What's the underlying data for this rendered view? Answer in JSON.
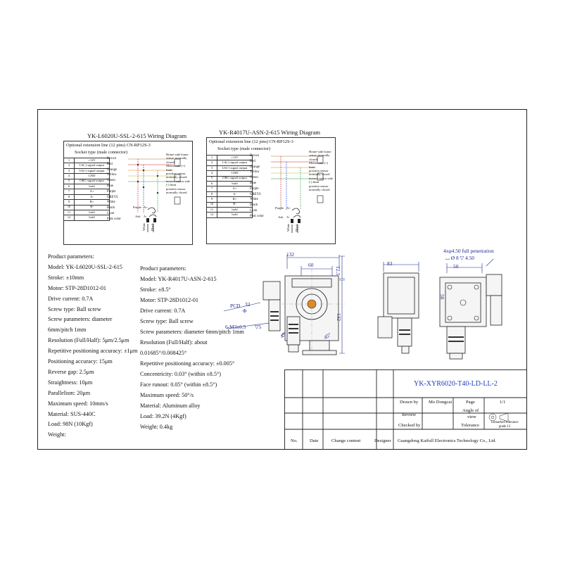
{
  "wiring_left": {
    "title": "YK-L6020U-SSL-2-615 Wiring Diagram",
    "ext_line": "Optional extension line (12 pins) CN-RP12S-3",
    "socket": "Socket type (male connector)",
    "pins": [
      {
        "n": "1",
        "sig": "+12V"
      },
      {
        "n": "2",
        "sig": "LS(-) signal output"
      },
      {
        "n": "3",
        "sig": "LS(+) signal output"
      },
      {
        "n": "4",
        "sig": "GND"
      },
      {
        "n": "5",
        "sig": "ORG signal output"
      },
      {
        "n": "6",
        "sig": "hold"
      },
      {
        "n": "7",
        "sig": "A+"
      },
      {
        "n": "8",
        "sig": "A-"
      },
      {
        "n": "9",
        "sig": "B+"
      },
      {
        "n": "10",
        "sig": "B-"
      },
      {
        "n": "11",
        "sig": "hold"
      },
      {
        "n": "12",
        "sig": "hold"
      }
    ],
    "colors": [
      "Brown",
      "Red",
      "Orange",
      "Yellow",
      "Green",
      "Blue",
      "Purple",
      "GREYS",
      "White",
      "Black",
      "Cyan",
      "Pink color"
    ],
    "sensors": [
      "Home-side home",
      "sensor normally",
      "closed",
      "Motor-side (+)",
      "limit",
      "position sensor",
      "normally closed",
      "inverse motor side",
      "(-) limit",
      "position sensor",
      "normally closed"
    ],
    "motor_labels": {
      "purple": "Purple",
      "a_plus": "A+",
      "ash": "Ash",
      "a_minus": "A-",
      "white": "White",
      "b_plus": "B+",
      "black": "Black",
      "b_minus": "B-"
    }
  },
  "wiring_right": {
    "title": "YK-R4017U-ASN-2-615 Wiring Diagram",
    "ext_line": "Optional extension line (12 pins) CN-RP12S-3",
    "socket": "Socket type (male connector)",
    "pins": [
      {
        "n": "1",
        "sig": "+12V"
      },
      {
        "n": "2",
        "sig": "LS(-) signal output"
      },
      {
        "n": "3",
        "sig": "LS(+) signal output"
      },
      {
        "n": "4",
        "sig": "GND"
      },
      {
        "n": "5",
        "sig": "ORG signal output"
      },
      {
        "n": "6",
        "sig": "hold"
      },
      {
        "n": "7",
        "sig": "A+"
      },
      {
        "n": "8",
        "sig": "A-"
      },
      {
        "n": "9",
        "sig": "B+"
      },
      {
        "n": "10",
        "sig": "B-"
      },
      {
        "n": "11",
        "sig": "hold"
      },
      {
        "n": "12",
        "sig": "hold"
      }
    ],
    "colors": [
      "Brown",
      "Red",
      "Orange",
      "Yellow",
      "Green",
      "Blue",
      "Purple",
      "GREYS",
      "White",
      "Black",
      "Cyan",
      "Pink color"
    ],
    "sensors": [
      "Home-side home",
      "sensor normally",
      "closed",
      "Motor-side (+)",
      "limit",
      "position sensor",
      "normally closed",
      "inverse motor side",
      "(-) limit",
      "position sensor",
      "normally closed"
    ],
    "motor_labels": {
      "purple": "Purple",
      "a_plus": "A+",
      "ash": "Ash",
      "a_minus": "A-",
      "white": "White",
      "b_plus": "B+",
      "black": "Black",
      "b_minus": "B-"
    }
  },
  "params_left": [
    "Product parameters:",
    "Model: YK-L6020U-SSL-2-615",
    "Stroke: ±10mm",
    "Motor: STP-28D1012-01",
    "Drive current: 0.7A",
    "Screw type: Ball screw",
    "Screw parameters: diameter",
    "6mm/pitch 1mm",
    "Resolution (Full/Half): 5μm/2.5μm",
    "Repetitive positioning accuracy: ±1μm",
    "Positioning accuracy: 15μm",
    "Reverse gap: 2.5μm",
    "Straightness: 10μm",
    "Parallelism: 20μm",
    "Maximum speed: 10mm/s",
    "Material: SUS-440C",
    "Load: 98N (10Kgf)",
    "Weight:"
  ],
  "params_right": [
    "Product parameters:",
    "Model: YK-R4017U-ASN-2-615",
    "Stroke: ±8.5°",
    "Motor: STP-28D1012-01",
    "Drive current: 0.7A",
    "Screw type: Ball screw",
    "Screw parameters: diameter 6mm/pitch 1mm",
    "Resolution (Full/Half): about",
    "0.01685°/0.008425°",
    "Repetitive positioning accuracy: ±0.005°",
    "Concentricity: 0.03° (within ±8.5°)",
    "Face runout: 0.05° (within ±8.5°)",
    "Maximum speed: 50°/s",
    "Material: Aluminum alloy",
    "Load: 39.2N (4Kgf)",
    "Weight: 0.4kg"
  ],
  "dims": {
    "d132": "132",
    "d60": "60",
    "d12_3": "12.3",
    "pcd": "PCD",
    "d32": "32",
    "phi": "Φ",
    "d6m3": "6-M3x0.5",
    "depth5": "▽5",
    "d45": "45",
    "d45b": "45°",
    "d132v": "132",
    "d83": "83",
    "d50": "50",
    "d50v": "50",
    "hole_note": "4xφ4.50 full penetration",
    "hole_depth": "⌴ Ø 8 ▽ 4.50"
  },
  "title_block": {
    "drawing_no": "YK-XYR6020-T40-LD-LL-2",
    "drawn_by_label": "Drawn by",
    "drawn_by": "Mo Dongcai",
    "page_label": "Page",
    "page": "1/1",
    "review_label": "Review",
    "angle_label_1": "Angle of",
    "angle_label_2": "view",
    "checked_label": "Checked by",
    "tolerance_label": "Tolerance",
    "tolerance_note_1": "Unmarked tolerance",
    "tolerance_note_2": "grade 12",
    "col_no": "No.",
    "col_date": "Date",
    "col_change": "Change content",
    "col_designer": "Designer",
    "company": "Guangdong Kaifull Electronics Technology Co., Ltd."
  }
}
